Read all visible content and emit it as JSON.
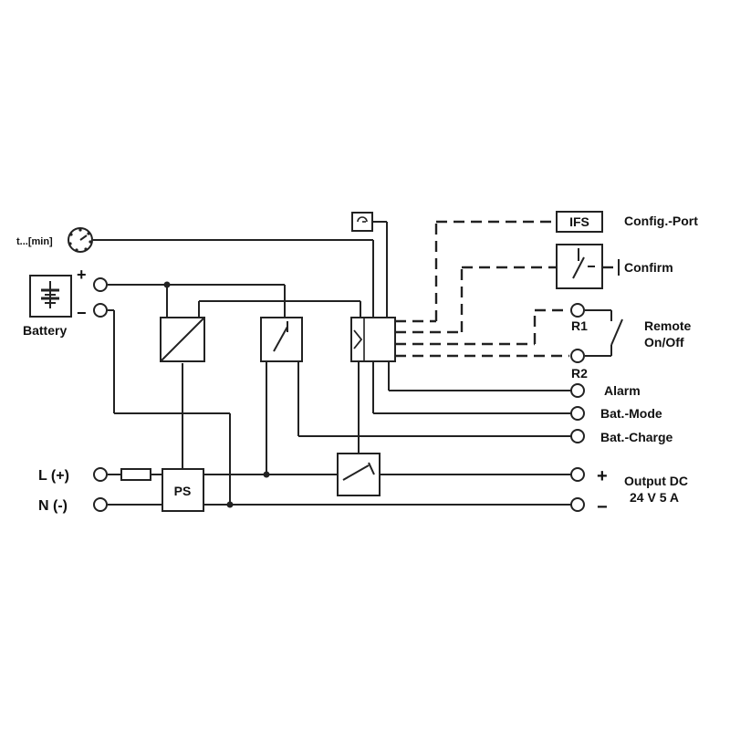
{
  "labels": {
    "timer": "t...[min]",
    "battery": "Battery",
    "battery_plus": "+",
    "battery_minus": "−",
    "config_port": "Config.-Port",
    "ifs": "IFS",
    "confirm": "Confirm",
    "r1": "R1",
    "r2": "R2",
    "remote_line1": "Remote",
    "remote_line2": "On/Off",
    "alarm": "Alarm",
    "bat_mode": "Bat.-Mode",
    "bat_charge": "Bat.-Charge",
    "l_plus": "L (+)",
    "n_minus": "N (-)",
    "ps": "PS",
    "out_plus": "+",
    "out_minus": "−",
    "output_line1": "Output DC",
    "output_line2": "24 V 5 A"
  },
  "colors": {
    "line": "#222222",
    "background": "#ffffff"
  },
  "icons": [
    "timer-dial-icon",
    "battery-icon",
    "dc-converter-icon",
    "switch-icon",
    "controller-icon",
    "usb-port-icon",
    "fuse-icon"
  ]
}
